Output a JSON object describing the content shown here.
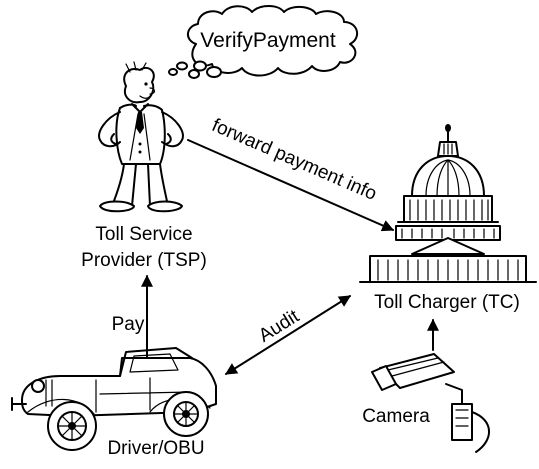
{
  "thought_bubble": {
    "text": "VerifyPayment"
  },
  "nodes": {
    "tsp": {
      "line1": "Toll Service",
      "line2": "Provider (TSP)"
    },
    "tc": {
      "label": "Toll Charger (TC)"
    },
    "driver": {
      "label": "Driver/OBU"
    },
    "camera": {
      "label": "Camera"
    }
  },
  "edges": {
    "tsp_to_tc": {
      "label": "forward payment info"
    },
    "driver_to_tsp": {
      "label": "Pay"
    },
    "driver_tc": {
      "label": "Audit"
    }
  }
}
